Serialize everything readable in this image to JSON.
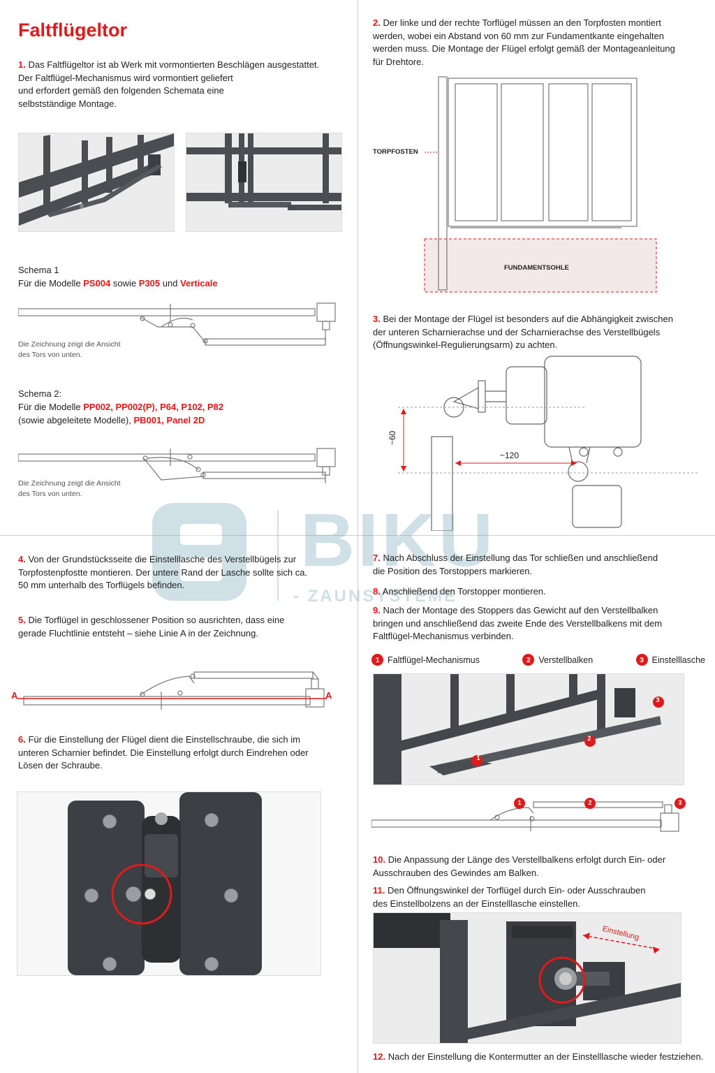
{
  "title": "Faltflügeltor",
  "step1": {
    "num": "1.",
    "lines": [
      "Das Faltflügeltor ist ab Werk mit vormontierten Beschlägen ausgestattet.",
      "Der Faltflügel-Mechanismus wird vormontiert geliefert",
      "und erfordert gemäß den folgenden Schemata eine",
      "selbstständige Montage."
    ]
  },
  "schema1": {
    "title": "Schema 1",
    "intro": "Für die Modelle",
    "m1": "PS004",
    "mid": "sowie",
    "m2": "P305",
    "and": "und",
    "m3": "Verticale",
    "note1": "Die Zeichnung zeigt die Ansicht",
    "note2": "des Tors von unten."
  },
  "schema2": {
    "title": "Schema 2:",
    "intro": "Für die Modelle",
    "models": "PP002, PP002(P), P64, P102, P82",
    "line2a": "(sowie abgeleitete Modelle),",
    "models2": "PB001, Panel 2D",
    "note1": "Die Zeichnung zeigt die Ansicht",
    "note2": "des Tors von unten."
  },
  "step2": {
    "num": "2.",
    "lines": [
      "Der linke und der rechte Torflügel müssen an den Torpfosten montiert",
      "werden, wobei ein Abstand von 60 mm zur Fundamentkante eingehalten",
      "werden muss. Die Montage der Flügel erfolgt gemäß der Montageanleitung",
      "für Drehtore."
    ],
    "label_post": "TORPFOSTEN",
    "label_base": "FUNDAMENTSOHLE"
  },
  "step3": {
    "num": "3.",
    "lines": [
      "Bei der Montage der Flügel ist besonders auf die Abhängigkeit zwischen",
      "der unteren Scharnierachse und der Scharnierachse des Verstellbügels",
      "(Öffnungswinkel-Regulierungsarm) zu achten."
    ],
    "dim_v": "~60",
    "dim_h": "~120"
  },
  "step4": {
    "num": "4.",
    "lines": [
      "Von der Grundstücksseite die Einstelllasche des Verstellbügels zur",
      "Torpfostenpfostte montieren. Der untere Rand der Lasche sollte sich ca.",
      "50 mm unterhalb des Torflügels befinden."
    ]
  },
  "step5": {
    "num": "5.",
    "lines": [
      "Die Torflügel in geschlossener Position so ausrichten, dass eine",
      "gerade Fluchtlinie entsteht – siehe Linie A in der Zeichnung."
    ],
    "markA": "A"
  },
  "step6": {
    "num": "6.",
    "lines": [
      "Für die Einstellung der Flügel dient die Einstellschraube, die sich im",
      "unteren Scharnier befindet. Die Einstellung erfolgt durch Eindrehen oder",
      "Lösen der Schraube."
    ]
  },
  "step7": {
    "num": "7.",
    "lines": [
      "Nach Abschluss der Einstellung das Tor schließen und anschließend",
      "die Position des Torstoppers markieren."
    ]
  },
  "step8": {
    "num": "8.",
    "lines": [
      "Anschließend den Torstopper montieren."
    ]
  },
  "step9": {
    "num": "9.",
    "lines": [
      "Nach der Montage des Stoppers das Gewicht auf den Verstellbalken",
      "bringen und anschließend das zweite Ende des Verstellbalkens mit dem",
      "Faltflügel-Mechanismus verbinden."
    ]
  },
  "legend": [
    {
      "n": "1",
      "label": "Faltflügel-Mechanismus"
    },
    {
      "n": "2",
      "label": "Verstellbalken"
    },
    {
      "n": "3",
      "label": "Einstelllasche"
    }
  ],
  "step10": {
    "num": "10.",
    "lines": [
      "Die Anpassung der Länge des Verstellbalkens erfolgt durch Ein- oder",
      "Ausschrauben des Gewindes am Balken."
    ]
  },
  "step11": {
    "num": "11.",
    "lines": [
      "Den Öffnungswinkel der Torflügel durch Ein- oder Ausschrauben",
      "des Einstellbolzens an der Einstelllasche einstellen."
    ],
    "arrow_label": "Einstellung"
  },
  "step12": {
    "num": "12.",
    "text": "Nach der Einstellung die Kontermutter an der Einstelllasche wieder festziehen."
  },
  "watermark": {
    "brand": "BIKU",
    "sub": "- ZAUNSYSTEME"
  },
  "colors": {
    "accent": "#e0191b",
    "metal": "#4a4d52"
  }
}
